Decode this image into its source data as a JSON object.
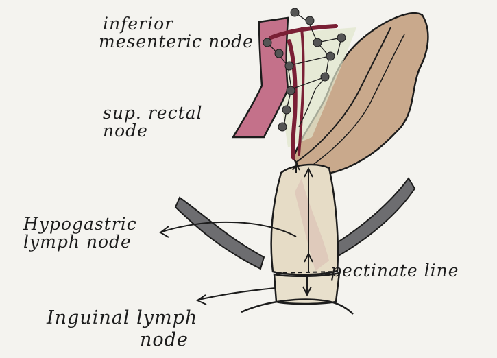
{
  "labels": {
    "inferior_mesenteric_node": [
      "inferior",
      "mesenteric node"
    ],
    "sup_rectal_node": [
      "sup. rectal",
      "node"
    ],
    "hypogastric_lymph_node": [
      "Hypogastric",
      "lymph node"
    ],
    "pectinate_line": "pectinate line",
    "inguinal_lymph_node": [
      "Inguinal lymph",
      "node"
    ]
  },
  "colors": {
    "paper": "#f4f3ef",
    "ink": "#1c1c1c",
    "vessel_pink": "#c4718a",
    "vessel_dark": "#7a1f35",
    "colon_tan": "#c9a98c",
    "canal_beige": "#e6dcc6",
    "levator_gray": "#6d6d70",
    "node_fill": "#555555"
  }
}
